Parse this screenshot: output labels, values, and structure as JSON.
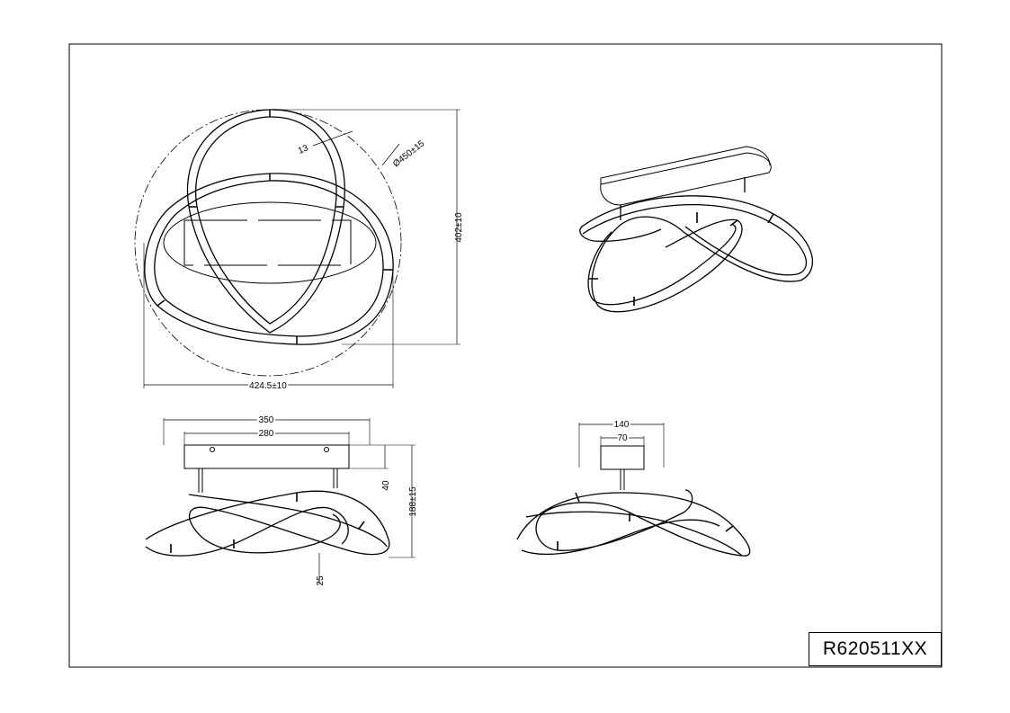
{
  "drawing": {
    "reference": "R620511XX",
    "top_view": {
      "diameter_label": "Ø450±15",
      "ring_width_label": "13",
      "height_label": "402±10",
      "width_label": "424.5±10"
    },
    "front_view": {
      "canopy_length_label": "350",
      "mount_spacing_label": "280",
      "canopy_height_label": "40",
      "total_height_label": "188±15",
      "ring_thickness_label": "25"
    },
    "side_view": {
      "canopy_width_label": "140",
      "mount_width_label": "70"
    }
  }
}
